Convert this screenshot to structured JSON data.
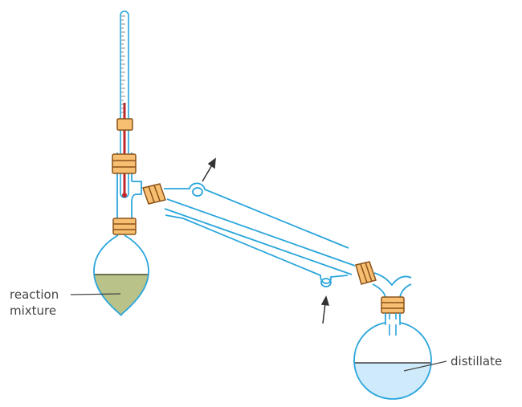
{
  "labels": {
    "reaction_mixture_line1": "reaction",
    "reaction_mixture_line2": "mixture",
    "distillate": "distillate"
  },
  "colors": {
    "glass": "#2aa5db",
    "liquid_reaction": "#b9c389",
    "liquid_distillate": "#cfeafb",
    "stopper": "#f6bf71",
    "stopper_outline": "#8b5219",
    "thermometer_liquid": "#c1272d",
    "label_line": "#444444",
    "arrow": "#333333"
  },
  "icons": [
    "water-out-arrow",
    "water-in-arrow"
  ]
}
